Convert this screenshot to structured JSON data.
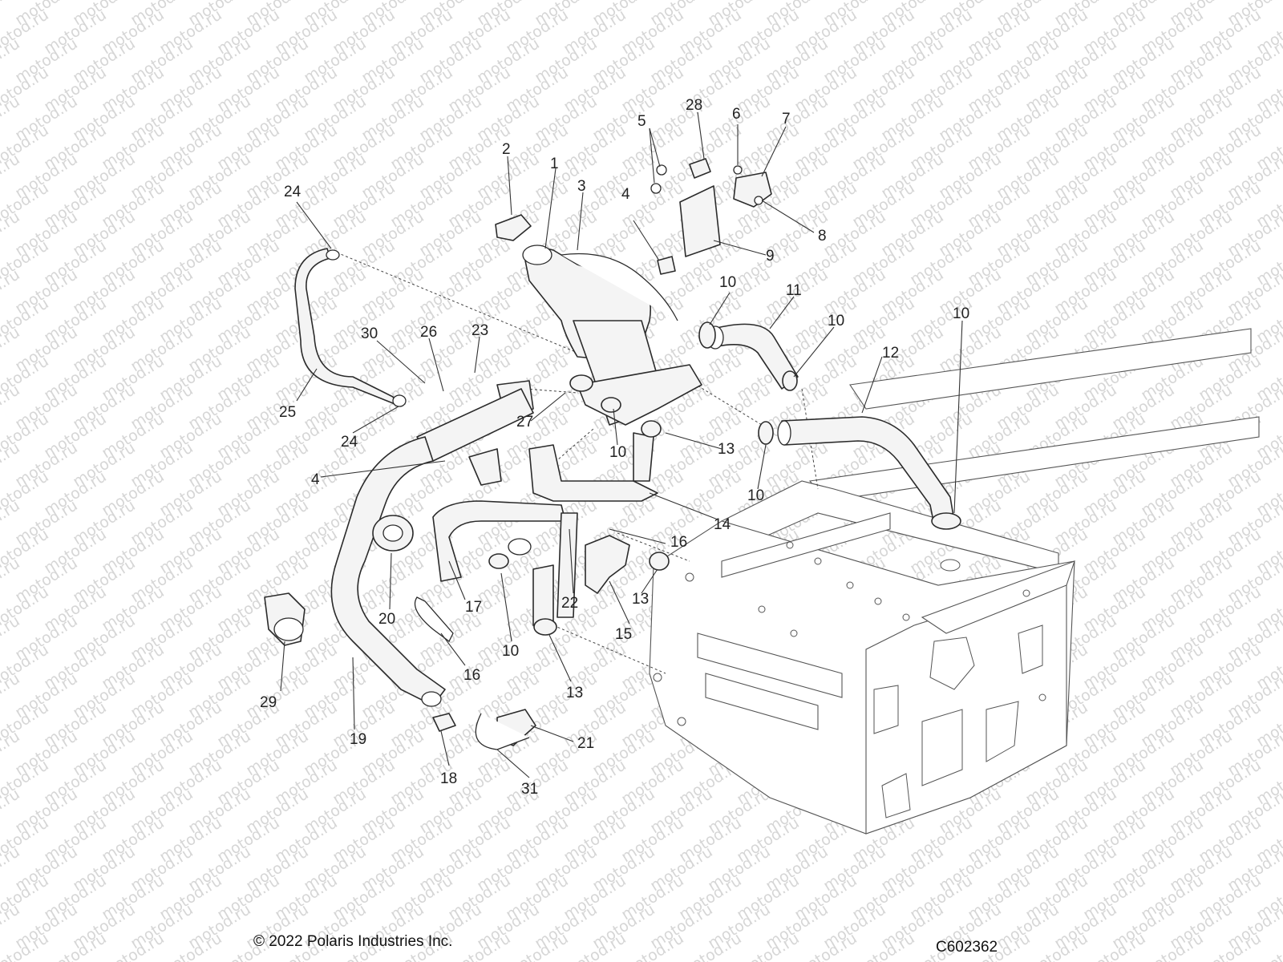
{
  "footer": {
    "copyright": "© 2022 Polaris Industries Inc.",
    "drawing_number": "C602362"
  },
  "watermark": {
    "text": "motod.ru",
    "color": "#d6d6d6"
  },
  "callouts": [
    {
      "id": "c1",
      "label": "1"
    },
    {
      "id": "c2",
      "label": "2"
    },
    {
      "id": "c3",
      "label": "3"
    },
    {
      "id": "c4a",
      "label": "4"
    },
    {
      "id": "c4b",
      "label": "4"
    },
    {
      "id": "c5",
      "label": "5"
    },
    {
      "id": "c6",
      "label": "6"
    },
    {
      "id": "c7",
      "label": "7"
    },
    {
      "id": "c8",
      "label": "8"
    },
    {
      "id": "c9",
      "label": "9"
    },
    {
      "id": "c10a",
      "label": "10"
    },
    {
      "id": "c10b",
      "label": "10"
    },
    {
      "id": "c10c",
      "label": "10"
    },
    {
      "id": "c10d",
      "label": "10"
    },
    {
      "id": "c10e",
      "label": "10"
    },
    {
      "id": "c10f",
      "label": "10"
    },
    {
      "id": "c11",
      "label": "11"
    },
    {
      "id": "c12",
      "label": "12"
    },
    {
      "id": "c13a",
      "label": "13"
    },
    {
      "id": "c13b",
      "label": "13"
    },
    {
      "id": "c13c",
      "label": "13"
    },
    {
      "id": "c14",
      "label": "14"
    },
    {
      "id": "c15",
      "label": "15"
    },
    {
      "id": "c16a",
      "label": "16"
    },
    {
      "id": "c16b",
      "label": "16"
    },
    {
      "id": "c17",
      "label": "17"
    },
    {
      "id": "c18",
      "label": "18"
    },
    {
      "id": "c19",
      "label": "19"
    },
    {
      "id": "c20",
      "label": "20"
    },
    {
      "id": "c21",
      "label": "21"
    },
    {
      "id": "c22",
      "label": "22"
    },
    {
      "id": "c23",
      "label": "23"
    },
    {
      "id": "c24a",
      "label": "24"
    },
    {
      "id": "c24b",
      "label": "24"
    },
    {
      "id": "c25",
      "label": "25"
    },
    {
      "id": "c26",
      "label": "26"
    },
    {
      "id": "c27",
      "label": "27"
    },
    {
      "id": "c28",
      "label": "28"
    },
    {
      "id": "c29",
      "label": "29"
    },
    {
      "id": "c30",
      "label": "30"
    },
    {
      "id": "c31",
      "label": "31"
    }
  ]
}
